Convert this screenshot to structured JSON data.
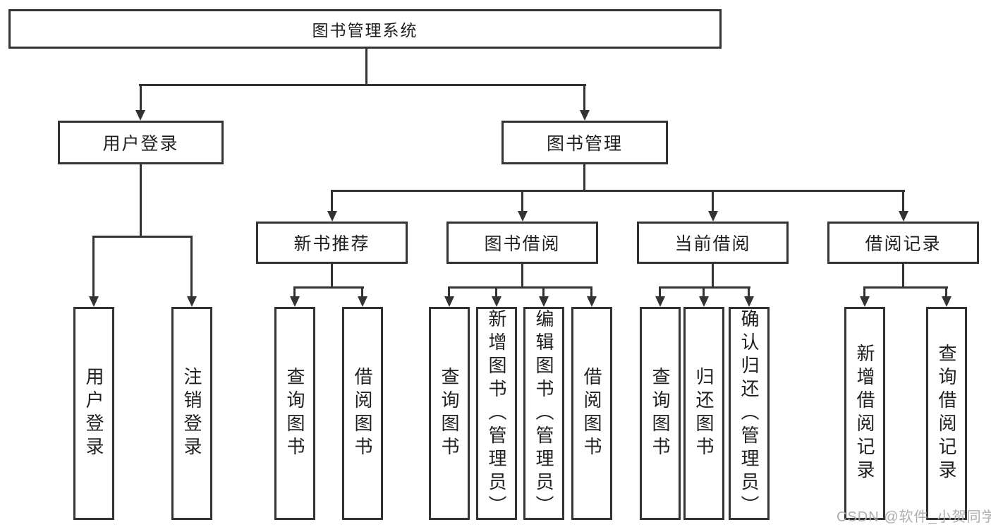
{
  "diagram": {
    "root": {
      "label": "图书管理系统"
    },
    "level2": [
      {
        "id": "user-login",
        "label": "用户登录"
      },
      {
        "id": "book-management",
        "label": "图书管理"
      }
    ],
    "level3": [
      {
        "id": "new-book-recommend",
        "label": "新书推荐"
      },
      {
        "id": "book-borrowing",
        "label": "图书借阅"
      },
      {
        "id": "current-borrowing",
        "label": "当前借阅"
      },
      {
        "id": "borrowing-records",
        "label": "借阅记录"
      }
    ],
    "leaves": [
      {
        "label": "用户登录"
      },
      {
        "label": "注销登录"
      },
      {
        "label": "查询图书"
      },
      {
        "label": "借阅图书"
      },
      {
        "label": "查询图书"
      },
      {
        "label": "新增图书（管理员）"
      },
      {
        "label": "编辑图书（管理员）"
      },
      {
        "label": "借阅图书"
      },
      {
        "label": "查询图书"
      },
      {
        "label": "归还图书"
      },
      {
        "label": "确认归还（管理员）"
      },
      {
        "label": "新增借阅记录"
      },
      {
        "label": "查询借阅记录"
      }
    ]
  },
  "watermark": {
    "text": "CSDN @软件_小贺同学"
  },
  "colors": {
    "line": "#333333",
    "text": "#1f1f1f",
    "watermark": "#b0aeac",
    "background": "#ffffff"
  }
}
